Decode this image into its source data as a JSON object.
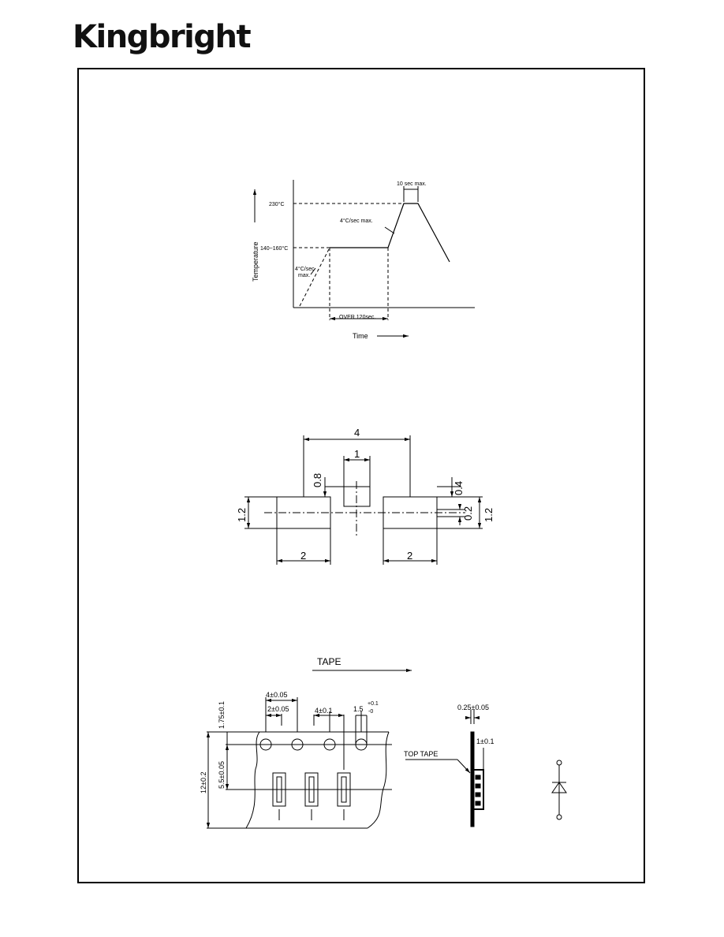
{
  "header": {
    "logo": "Kingbright"
  },
  "profile": {
    "peak_temp": "230°C",
    "preheat_temp": "140~160°C",
    "peak_time": "10 sec max.",
    "ramp_up": "4°C/sec max.",
    "preheat_ramp_line1": "4°C/sec",
    "preheat_ramp_line2": "max.",
    "preheat_time": "OVER 120sec.",
    "y_axis": "Temperature",
    "x_axis": "Time"
  },
  "pads": {
    "pitch": "4",
    "center": "1",
    "gap_top": "0.8",
    "right_top": "0.4",
    "center_gap": "0.2",
    "height_left": "1.2",
    "height_right": "1.2",
    "width_left": "2",
    "width_right": "2"
  },
  "tape": {
    "direction": "TAPE",
    "edge": "1.75±0.1",
    "pitch_holes": "4±0.05",
    "half_pitch": "2±0.05",
    "pocket_pitch": "4±0.1",
    "hole_dia_main": "1.5",
    "hole_dia_plus": "+0.1",
    "hole_dia_minus": "-0",
    "row_offset": "5.5±0.05",
    "width": "12±0.2",
    "thickness": "0.25±0.05",
    "depth": "1±0.1",
    "top_tape": "TOP  TAPE"
  }
}
